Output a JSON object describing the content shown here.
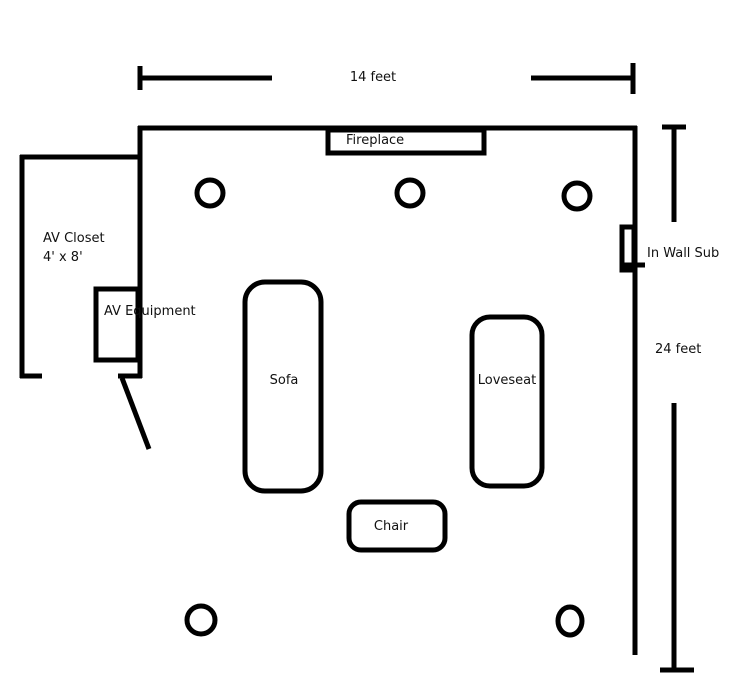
{
  "dimensions": {
    "width_label": "14 feet",
    "height_label": "24 feet"
  },
  "labels": {
    "fireplace": "Fireplace",
    "av_closet_line1": "AV Closet",
    "av_closet_line2": "4' x 8'",
    "av_equipment": "AV Equipment",
    "in_wall_sub": "In Wall Sub",
    "sofa": "Sofa",
    "loveseat": "Loveseat",
    "chair": "Chair"
  },
  "colors": {
    "line": "#000000",
    "background": "#ffffff"
  }
}
